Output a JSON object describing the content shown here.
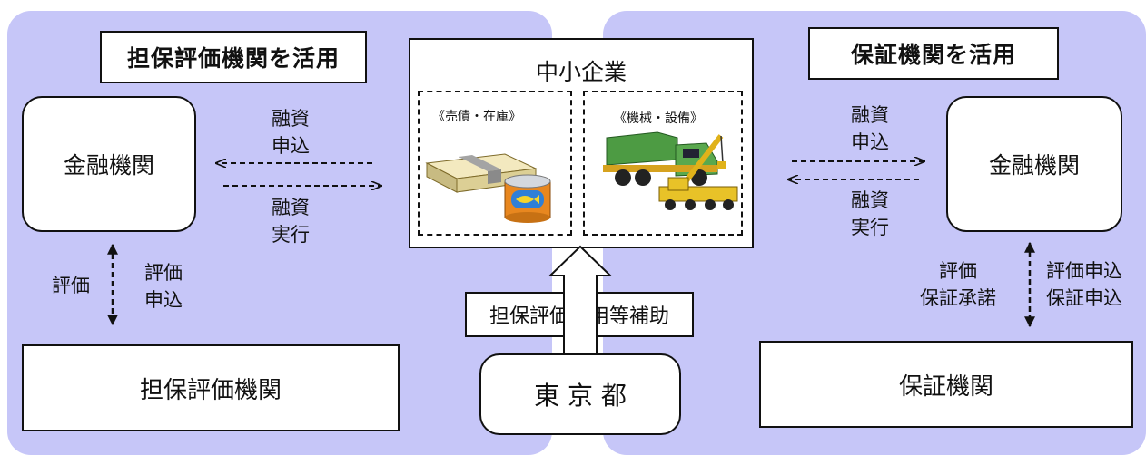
{
  "left_panel": {
    "title": "担保評価機関を活用",
    "bank": "金融機関",
    "evaluator": "担保評価機関",
    "apply_line1": "融資",
    "apply_line2": "申込",
    "exec_line1": "融資",
    "exec_line2": "実行",
    "eval": "評価",
    "eval_req_line1": "評価",
    "eval_req_line2": "申込"
  },
  "center": {
    "sme": "中小企業",
    "inventory_label": "《売債・在庫》",
    "equipment_label": "《機械・設備》",
    "subsidy": "担保評価費用等補助",
    "tokyo": "東 京 都"
  },
  "right_panel": {
    "title": "保証機関を活用",
    "bank": "金融機関",
    "guarantor": "保証機関",
    "apply_line1": "融資",
    "apply_line2": "申込",
    "exec_line1": "融資",
    "exec_line2": "実行",
    "eval_line1": "評価",
    "eval_line2": "保証承諾",
    "req_line1": "評価申込",
    "req_line2": "保証申込"
  },
  "colors": {
    "panel": "#c6c6f8",
    "stroke": "#111111"
  }
}
